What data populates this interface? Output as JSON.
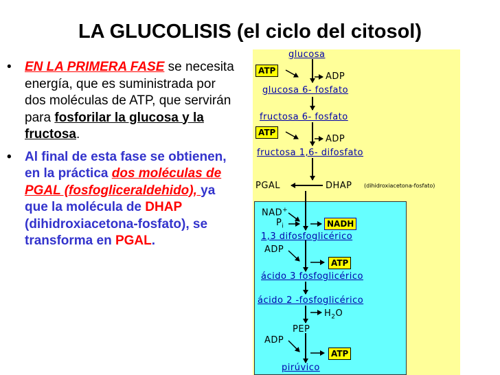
{
  "slide": {
    "title": "LA GLUCOLISIS (el ciclo del citosol)",
    "bullet1": {
      "lead": "EN LA PRIMERA FASE",
      "text1": " se necesita energía, que es suministrada por dos moléculas de ATP, que servirán para ",
      "emph": "fosforilar la glucosa y la fructosa",
      "text2": "."
    },
    "bullet2": {
      "text1": " Al final de esta fase se obtienen, en la práctica ",
      "emph": "dos moléculas de PGAL (fosfogliceraldehido), ",
      "text2": "ya que la molécula de ",
      "dhap": "DHAP",
      "text3": " (dihidroxiacetona-fosfato), se transforma en ",
      "pgal": "PGAL",
      "text4": "."
    },
    "bullet_glyph": "•"
  },
  "diagram": {
    "glucosa": "glucosa",
    "atp1": "ATP",
    "adp1": "ADP",
    "g6p": "glucosa 6- fosfato",
    "f6p": "fructosa 6- fosfato",
    "atp2": "ATP",
    "adp2": "ADP",
    "f16": "fructosa 1,6- difosfato",
    "pgal": "PGAL",
    "dhap": "DHAP",
    "dhap_note": "(dihidroxiacetona-fosfato)",
    "nad": "NAD",
    "nad_sup": "+",
    "pi": "P",
    "pi_sub": "i",
    "nadh": "NADH",
    "difosfo": "1,3 difosfoglicérico",
    "adp3": "ADP",
    "atp3": "ATP",
    "acido3": "ácido 3 fosfoglicérico",
    "acido2": "ácido 2 -fosfoglicérico",
    "h2o_h": "H",
    "h2o_sub": "2",
    "h2o_o": "O",
    "pep": "PEP",
    "adp4": "ADP",
    "atp4": "ATP",
    "piruvico": "pirúvico"
  },
  "colors": {
    "red": "#ff0000",
    "blue": "#3333cc",
    "yellow_bg": "#ffff99",
    "cyan_bg": "#66ffff",
    "box": "#ffff00"
  }
}
